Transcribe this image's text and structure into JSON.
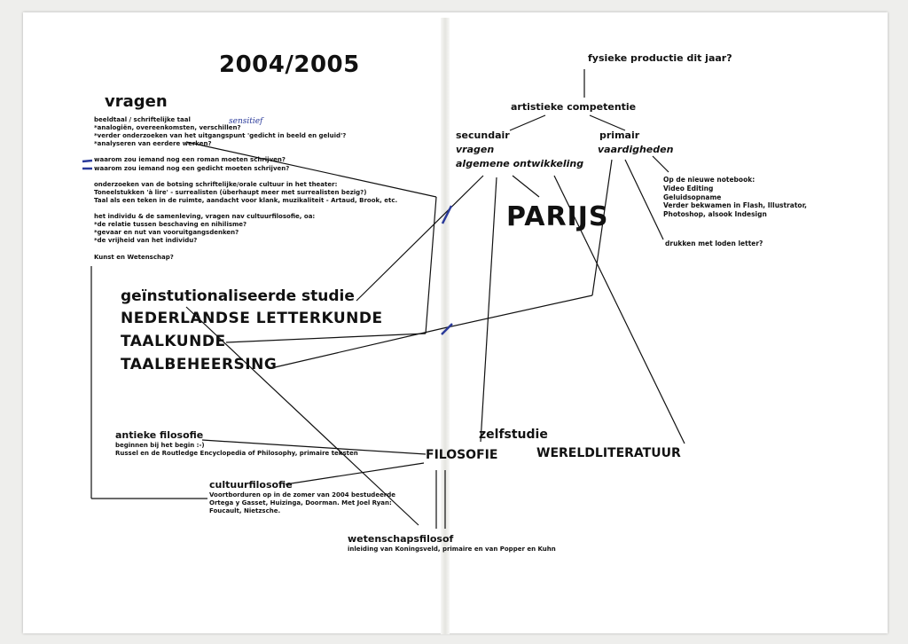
{
  "title": "2004/2005",
  "vragen": {
    "heading": "vragen",
    "handwritten_note": "sensitief",
    "lines": [
      "beeldtaal / schriftelijke taal",
      "*analogiën, overeenkomsten, verschillen?",
      "*verder onderzoeken van het uitgangspunt 'gedicht in beeld en geluid'?",
      "*analyseren van eerdere werken?",
      "",
      "waarom zou iemand nog een roman moeten schrijven?",
      "waarom zou iemand nog een gedicht moeten schrijven?",
      "",
      "onderzoeken van de botsing schriftelijke/orale cultuur in het theater:",
      "Toneelstukken 'à lire' - surrealisten (überhaupt meer met surrealisten bezig?)",
      "Taal als een teken in de ruimte, aandacht voor klank, muzikaliteit - Artaud, Brook, etc.",
      "",
      "het individu & de samenleving, vragen nav cultuurfilosofie, oa:",
      "*de relatie tussen beschaving en nihilisme?",
      "*gevaar en nut van vooruitgangsdenken?",
      "*de vrijheid van het individu?",
      "",
      "Kunst en Wetenschap?"
    ]
  },
  "studies": [
    "geïnstutionaliseerde studie",
    "NEDERLANDSE LETTERKUNDE",
    "TAALKUNDE",
    "TAALBEHEERSING"
  ],
  "philosophy": {
    "antiek_title": "antieke filosofie",
    "antiek_lines": [
      "beginnen bij het begin :-)",
      "Russel en de Routledge Encyclopedia of Philosophy, primaire teksten"
    ],
    "cultuur_title": "cultuurfilosofie",
    "cultuur_lines": [
      "Voortborduren op in de zomer van 2004 bestudeerde",
      "Ortega y Gasset, Huizinga, Doorman. Met Joel Ryan:",
      "Foucault, Nietzsche."
    ],
    "wetenschap_title": "wetenschapsfilosof",
    "wetenschap_line": "inleiding van Koningsveld, primaire en van Popper en Kuhn"
  },
  "right": {
    "top_question": "fysieke productie dit jaar?",
    "competence": "artistieke competentie",
    "secundair": "secundair",
    "vragen": "vragen",
    "ontwikkeling": "algemene ontwikkeling",
    "primair": "primair",
    "vaardigheden": "vaardigheden",
    "parijs": "PARIJS",
    "notebook_lines": [
      "Op de nieuwe notebook:",
      "Video Editing",
      "Geluidsopname",
      "Verder bekwamen in Flash, Illustrator,",
      "Photoshop, alsook Indesign"
    ],
    "drukken": "drukken met loden letter?",
    "zelfstudie": "zelfstudie",
    "filosofie": "FILOSOFIE",
    "wereldliteratuur": "WERELDLITERATUUR"
  },
  "colors": {
    "paper": "#ffffff",
    "ink": "#111111",
    "pen_blue": "#2a3a9a"
  }
}
